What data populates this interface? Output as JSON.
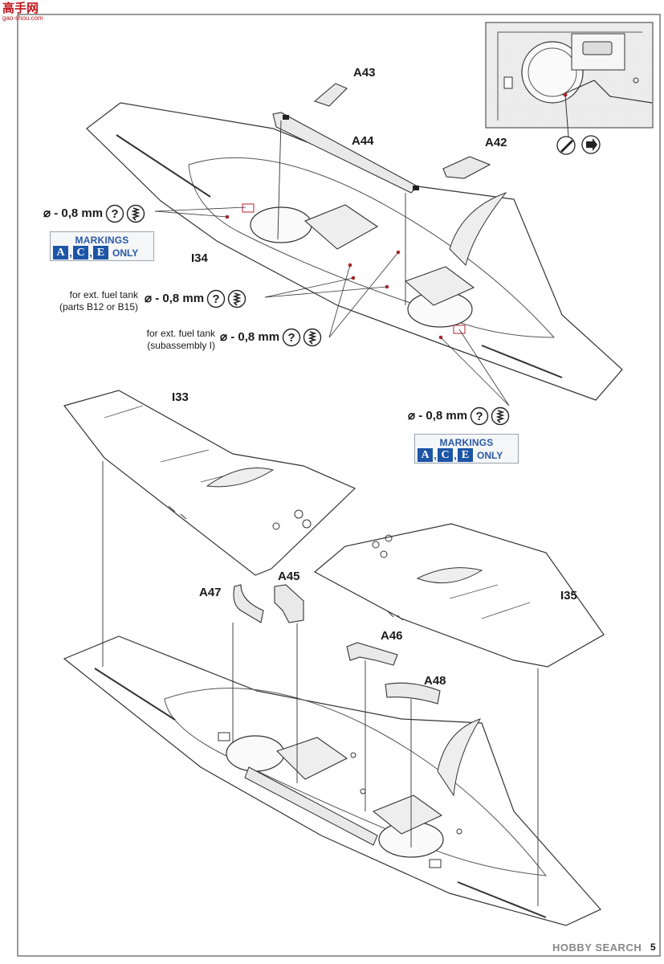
{
  "logo": {
    "main": "高手网",
    "sub": "gao-shou.com"
  },
  "parts": {
    "A43": "A43",
    "A44": "A44",
    "A42": "A42",
    "I34": "I34",
    "I33": "I33",
    "A45": "A45",
    "A47": "A47",
    "I35": "I35",
    "A46": "A46",
    "A48": "A48"
  },
  "drill": {
    "left": "⌀ - 0,8 mm",
    "fuel_b": "⌀ - 0,8 mm",
    "fuel_i": "⌀ - 0,8 mm",
    "right": "⌀ - 0,8 mm"
  },
  "notes": {
    "fuel_b_line1": "for ext. fuel tank",
    "fuel_b_line2": "(parts B12 or B15)",
    "fuel_i_line1": "for ext. fuel tank",
    "fuel_i_line2": "(subassembly I)"
  },
  "markings": {
    "title": "MARKINGS",
    "letters": [
      "A",
      "C",
      "E"
    ],
    "separator": ",",
    "only": "ONLY"
  },
  "watermark": "HOBBY SEARCH",
  "page_number": "5",
  "colors": {
    "markings_blue": "#1d55a6",
    "hole_red": "#b3262b",
    "line": "#333333",
    "part_fill": "#e9e9e9"
  },
  "icons": [
    "question-mark-icon",
    "drill-icon",
    "knife-icon",
    "arrow-icon"
  ]
}
